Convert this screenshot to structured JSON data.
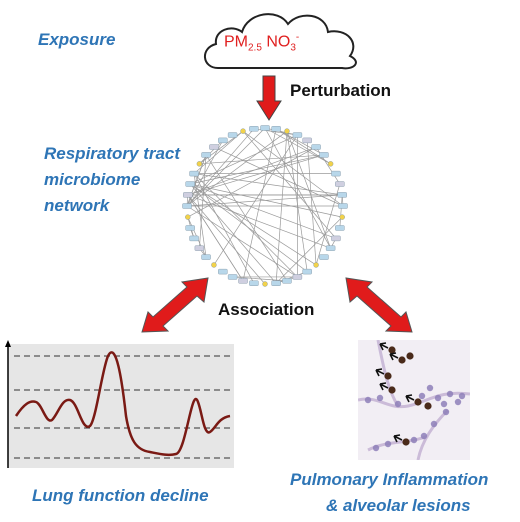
{
  "labels": {
    "exposure": "Exposure",
    "respiratory_line1": "Respiratory tract",
    "respiratory_line2": "microbiome",
    "respiratory_line3": "network",
    "perturbation": "Perturbation",
    "association": "Association",
    "lung_function": "Lung function decline",
    "pulmonary_line1": "Pulmonary Inflammation",
    "pulmonary_line2": "& alveolar lesions"
  },
  "pollutants": {
    "pm_base": "PM",
    "pm_sub": "2.5",
    "no_base": "NO",
    "no_sub": "3",
    "no_sup": "-"
  },
  "colors": {
    "label_blue": "#2e75b6",
    "pollutant_red": "#e02020",
    "arrow_red": "#e01b1b",
    "curve": "#7a1a14",
    "chart_bg": "#e6e6e6"
  },
  "icons": [
    "cloud-icon",
    "down-arrow-icon",
    "double-arrow-icon",
    "microbiome-network",
    "lung-function-chart",
    "histology-image"
  ]
}
